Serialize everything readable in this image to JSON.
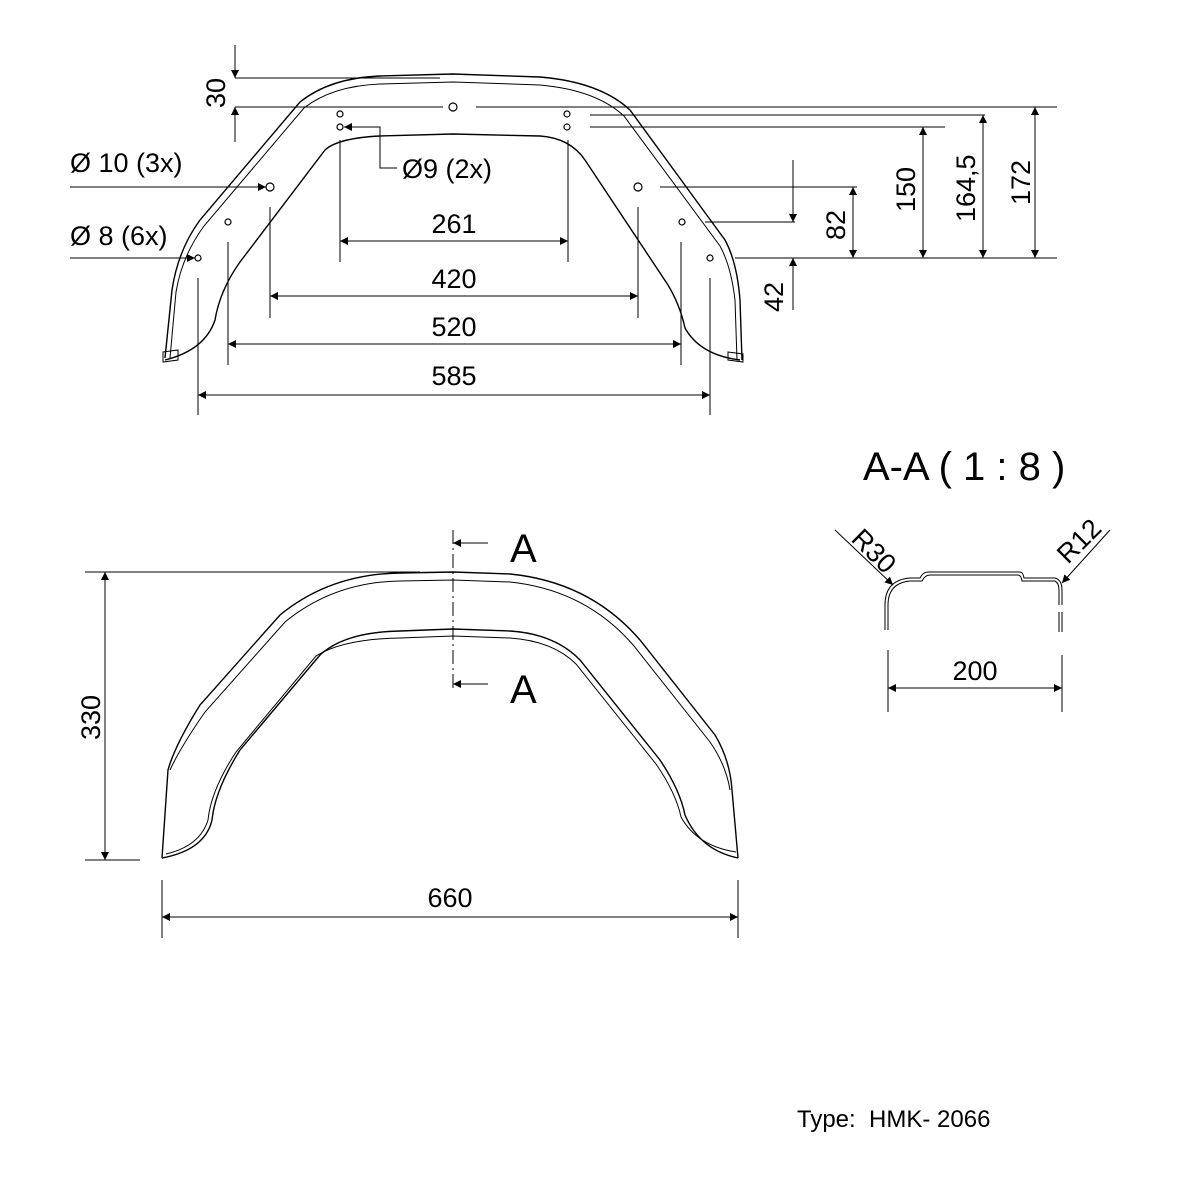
{
  "top_view": {
    "dim_30": "30",
    "hole_10_label": "Ø 10 (3x)",
    "hole_8_label": "Ø 8 (6x)",
    "hole_9_label": "Ø9 (2x)",
    "dim_261": "261",
    "dim_420": "420",
    "dim_520": "520",
    "dim_585": "585",
    "dim_42": "42",
    "dim_82": "82",
    "dim_150": "150",
    "dim_164_5": "164,5",
    "dim_172": "172"
  },
  "side_view": {
    "dim_330": "330",
    "dim_660": "660",
    "section_mark_top": "A",
    "section_mark_bottom": "A"
  },
  "section": {
    "title": "A-A ( 1 : 8 )",
    "radius_left": "R30",
    "radius_right": "R12",
    "dim_200": "200"
  },
  "type_label": "Type:  HMK- 2066"
}
